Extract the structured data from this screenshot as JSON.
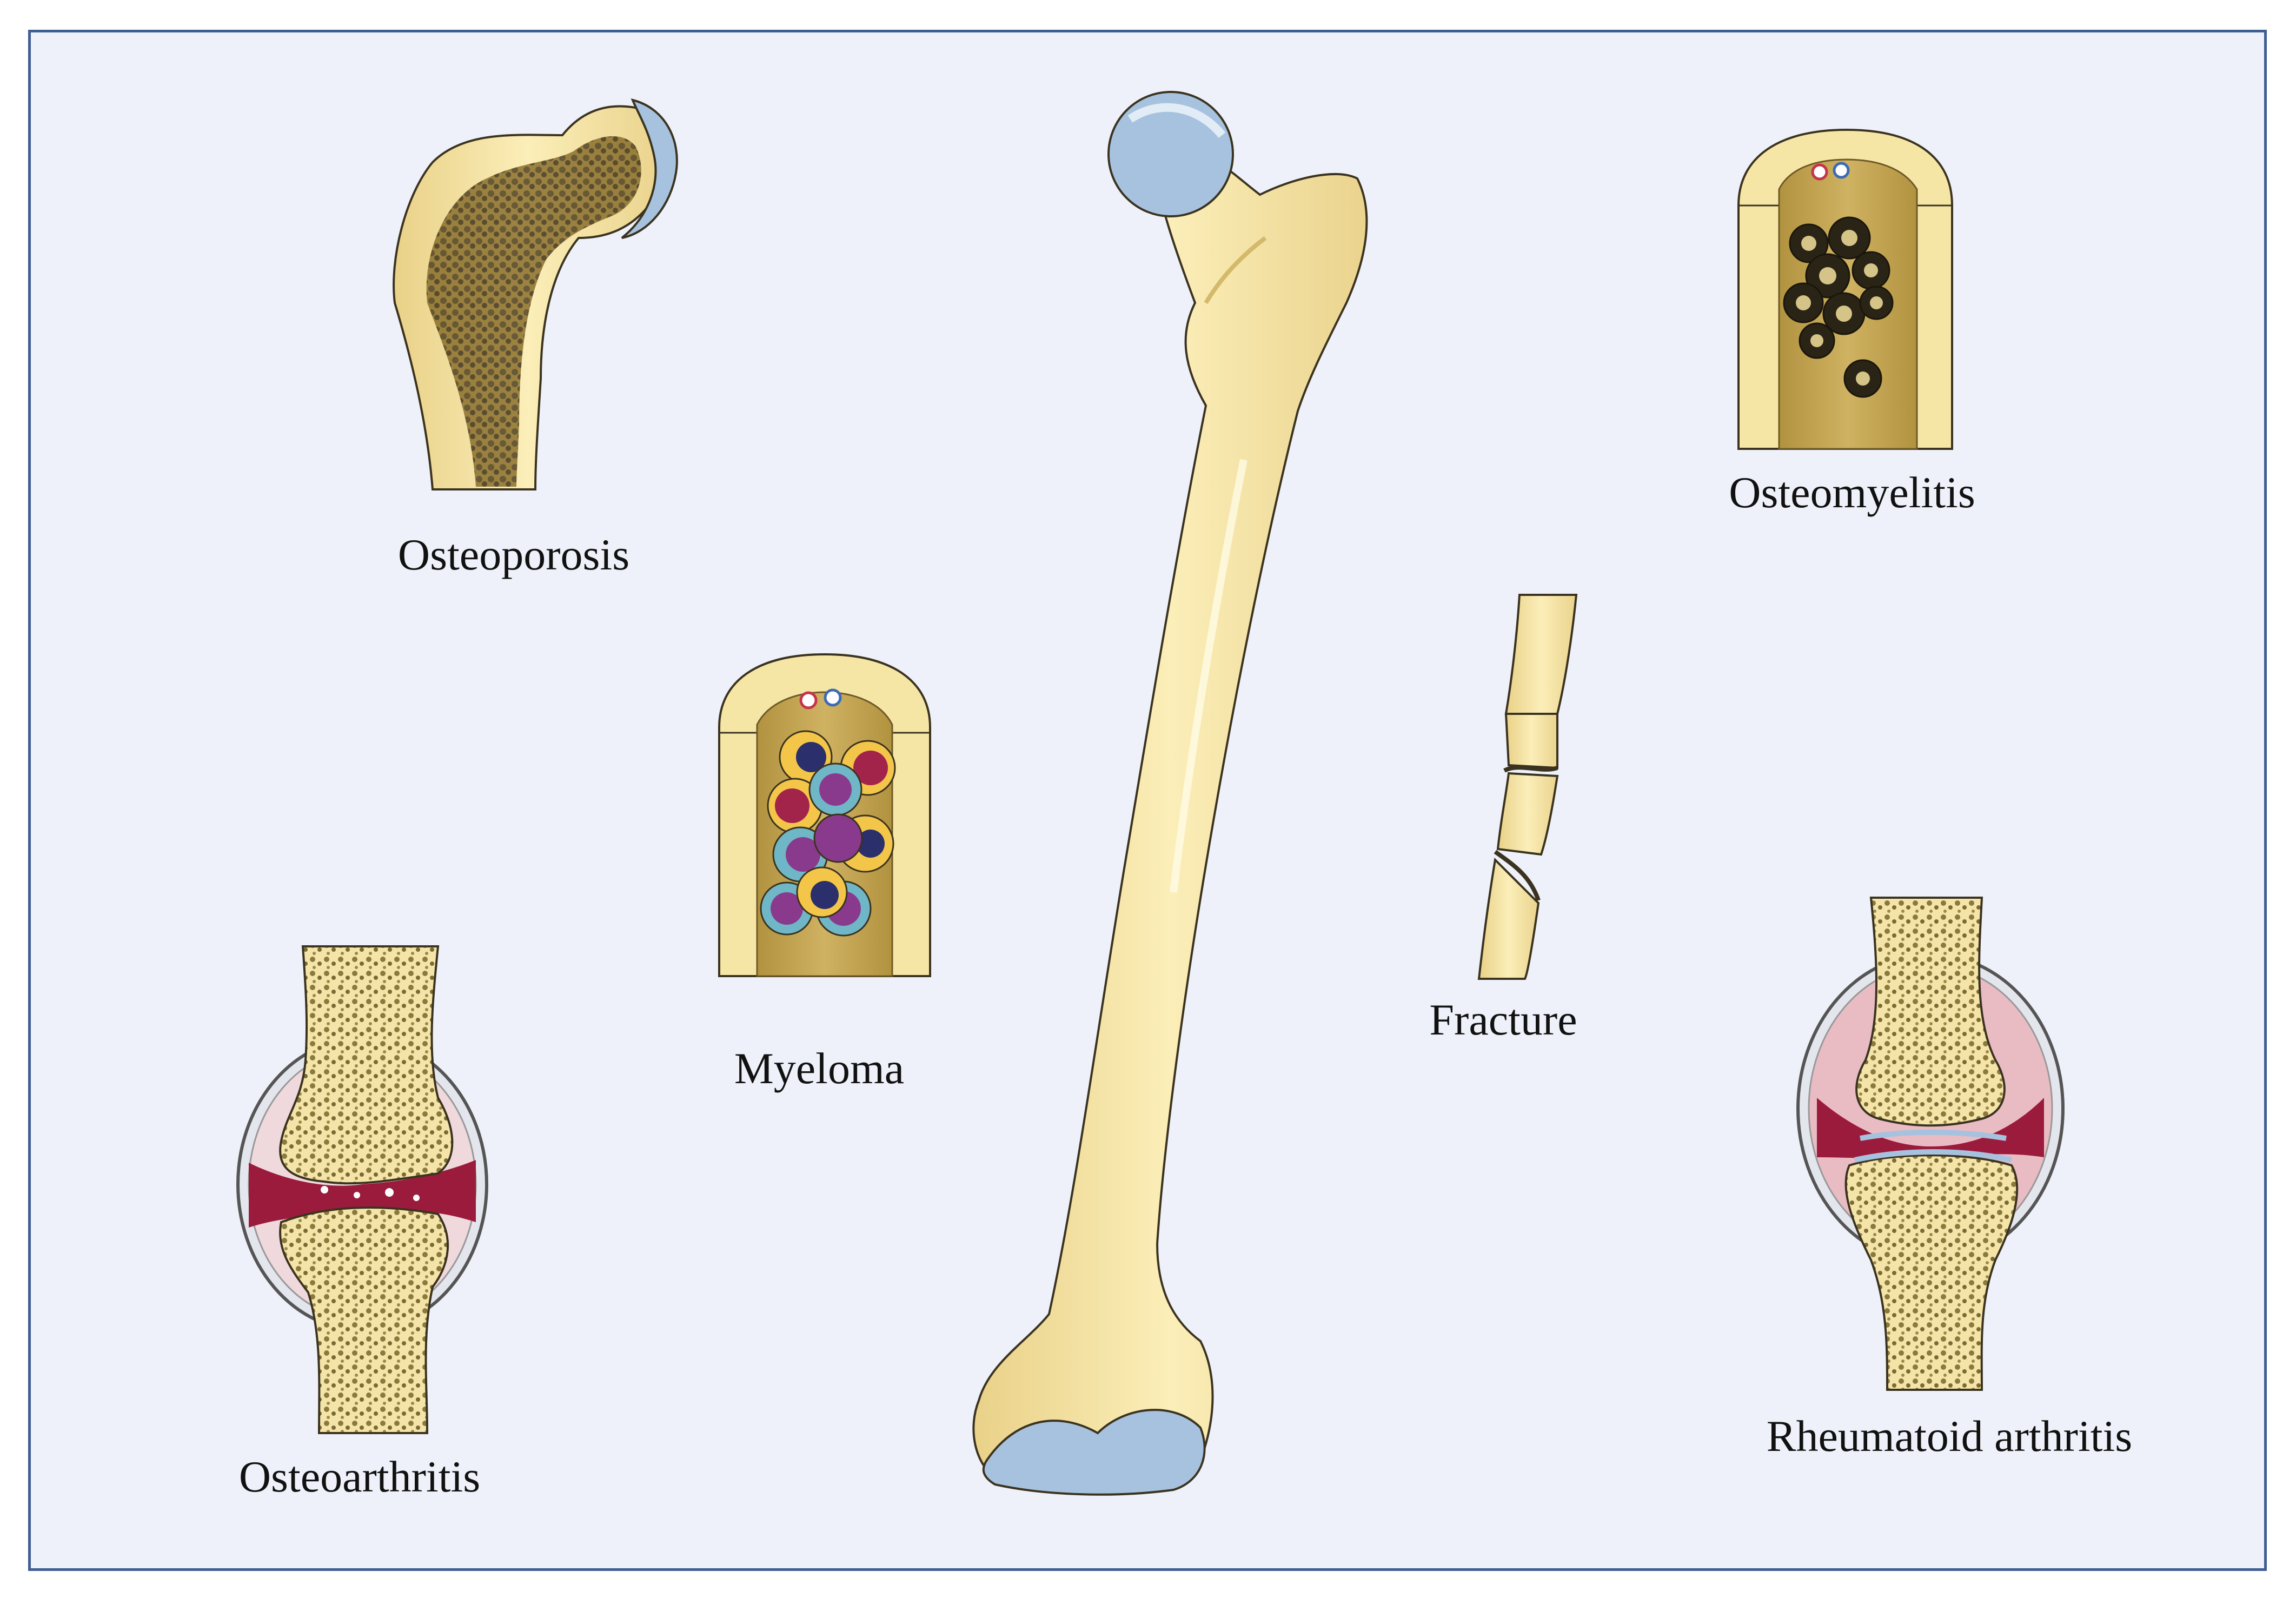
{
  "labels": {
    "osteoporosis": "Osteoporosis",
    "myeloma": "Myeloma",
    "osteoarthritis": "Osteoarthritis",
    "fracture": "Fracture",
    "osteomyelitis": "Osteomyelitis",
    "rheumatoid_arthritis": "Rheumatoid arthritis"
  },
  "colors": {
    "background": "#eef1f9",
    "border": "#3f5f92",
    "bone": "#f8e7a7",
    "bone_shadow": "#e8cf83",
    "cartilage": "#a7c3dd",
    "trabecular": "#6b5a2f",
    "marrow": "#c3a350",
    "synovium": "#9b1b3c"
  }
}
